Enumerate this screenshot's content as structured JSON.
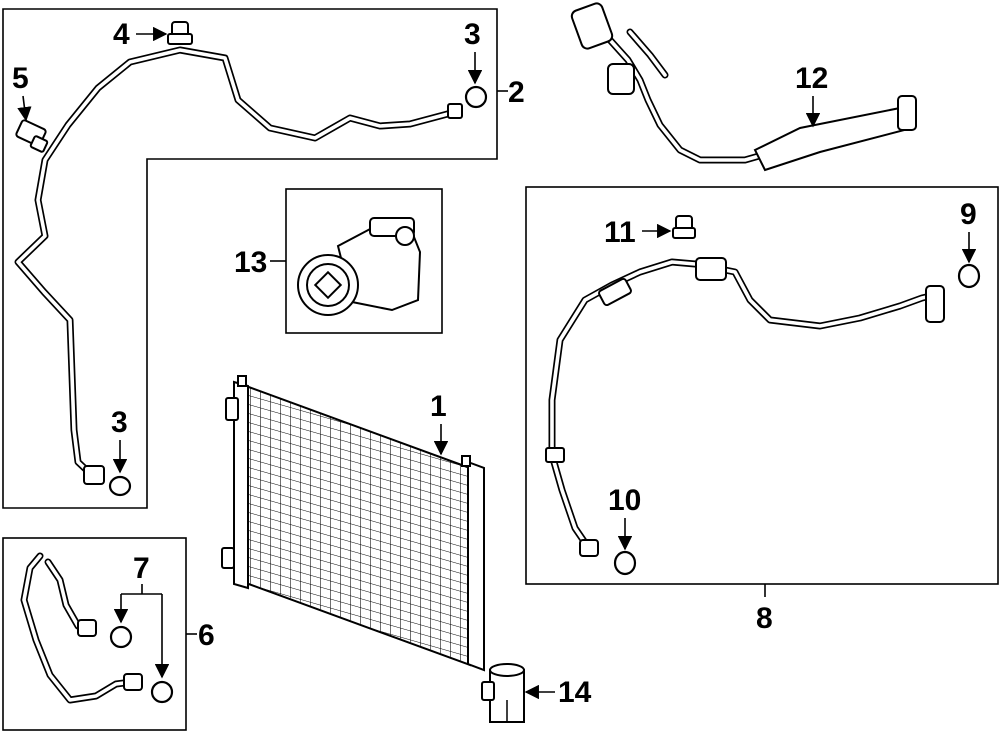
{
  "diagram": {
    "callouts": {
      "c1": "1",
      "c2": "2",
      "c3a": "3",
      "c3b": "3",
      "c4": "4",
      "c5": "5",
      "c6": "6",
      "c7": "7",
      "c8": "8",
      "c9": "9",
      "c10": "10",
      "c11": "11",
      "c12": "12",
      "c13": "13",
      "c14": "14"
    }
  }
}
